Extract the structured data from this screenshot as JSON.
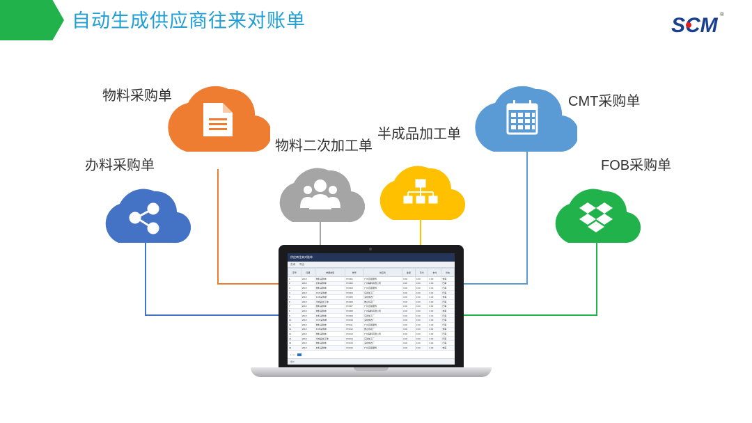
{
  "header": {
    "title": "自动生成供应商往来对账单"
  },
  "logo": {
    "text": "SCM",
    "mark": "®"
  },
  "clouds": [
    {
      "id": "material-purchase",
      "label": "物料采购单",
      "color": "#ee7d31",
      "icon": "document-icon"
    },
    {
      "id": "accessory-purchase",
      "label": "办料采购单",
      "color": "#4472c4",
      "icon": "share-icon"
    },
    {
      "id": "secondary-processing",
      "label": "物料二次加工单",
      "color": "#a5a5a5",
      "icon": "group-icon"
    },
    {
      "id": "semi-finished-processing",
      "label": "半成品加工单",
      "color": "#ffc000",
      "icon": "org-chart-icon"
    },
    {
      "id": "cmt-purchase",
      "label": "CMT采购单",
      "color": "#5b9bd5",
      "icon": "calendar-icon"
    },
    {
      "id": "fob-purchase",
      "label": "FOB采购单",
      "color": "#21b24b",
      "icon": "dropbox-icon"
    }
  ],
  "app": {
    "window_title": "供应商往来对账单",
    "status_text": "",
    "toolbar": [
      "查询",
      "导出"
    ],
    "columns": [
      "序号",
      "日期",
      "单据类型",
      "单号",
      "供应商",
      "金额",
      "已付",
      "未付",
      "状态"
    ],
    "rows": [
      [
        "1",
        "2018",
        "物料采购单",
        "PO001",
        "广州百丽服饰",
        "0.00",
        "0.00",
        "0.00",
        "未审"
      ],
      [
        "2",
        "2018",
        "办料采购单",
        "PO002",
        "广州辅料有限公司",
        "0.00",
        "0.00",
        "0.00",
        "已审"
      ],
      [
        "3",
        "2018",
        "物料采购单",
        "PO003",
        "广州百丽服饰",
        "0.00",
        "0.00",
        "0.00",
        "已审"
      ],
      [
        "4",
        "2018",
        "CMT采购单",
        "PO004",
        "东莞加工厂",
        "0.00",
        "0.00",
        "0.00",
        "已审"
      ],
      [
        "5",
        "2018",
        "FOB采购单",
        "PO005",
        "深圳成衣厂",
        "0.00",
        "0.00",
        "0.00",
        "未审"
      ],
      [
        "6",
        "2018",
        "半成品加工单",
        "PO006",
        "佛山印花厂",
        "0.00",
        "0.00",
        "0.00",
        "已审"
      ],
      [
        "7",
        "2018",
        "物料采购单",
        "PO007",
        "广州百丽服饰",
        "0.00",
        "0.00",
        "0.00",
        "已审"
      ],
      [
        "8",
        "2018",
        "物料采购单",
        "PO008",
        "广州辅料有限公司",
        "0.00",
        "0.00",
        "0.00",
        "未审"
      ],
      [
        "9",
        "2018",
        "办料采购单",
        "PO009",
        "东莞加工厂",
        "0.00",
        "0.00",
        "0.00",
        "已审"
      ],
      [
        "10",
        "2018",
        "CMT采购单",
        "PO010",
        "深圳成衣厂",
        "0.00",
        "0.00",
        "0.00",
        "已审"
      ],
      [
        "11",
        "2018",
        "物料采购单",
        "PO011",
        "广州百丽服饰",
        "0.00",
        "0.00",
        "0.00",
        "已审"
      ],
      [
        "12",
        "2018",
        "FOB采购单",
        "PO012",
        "佛山印花厂",
        "0.00",
        "0.00",
        "0.00",
        "未审"
      ],
      [
        "13",
        "2018",
        "物料采购单",
        "PO013",
        "广州辅料有限公司",
        "0.00",
        "0.00",
        "0.00",
        "已审"
      ],
      [
        "14",
        "2018",
        "半成品加工单",
        "PO014",
        "东莞加工厂",
        "0.00",
        "0.00",
        "0.00",
        "已审"
      ],
      [
        "15",
        "2018",
        "物料采购单",
        "PO015",
        "深圳成衣厂",
        "0.00",
        "0.00",
        "0.00",
        "已审"
      ],
      [
        "16",
        "2018",
        "办料采购单",
        "PO016",
        "广州百丽服饰",
        "0.00",
        "0.00",
        "0.00",
        "未审"
      ]
    ],
    "pager": "1 / 1",
    "footer": "合计"
  }
}
